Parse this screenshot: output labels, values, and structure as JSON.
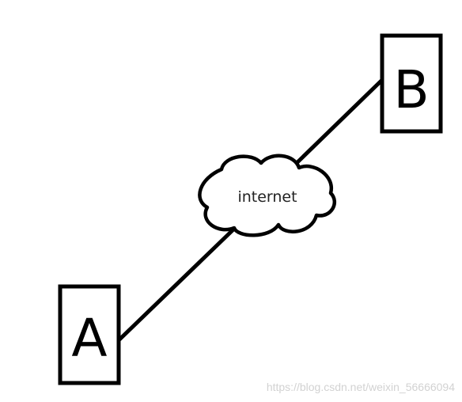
{
  "diagram": {
    "nodes": [
      {
        "id": "A",
        "label": "A"
      },
      {
        "id": "B",
        "label": "B"
      }
    ],
    "cloud": {
      "label": "internet"
    },
    "edges": [
      {
        "from": "A",
        "to": "internet"
      },
      {
        "from": "internet",
        "to": "B"
      }
    ],
    "stroke_color": "#000000",
    "fill_color": "#ffffff"
  },
  "watermark": {
    "text": "https://blog.csdn.net/weixin_56666094"
  }
}
